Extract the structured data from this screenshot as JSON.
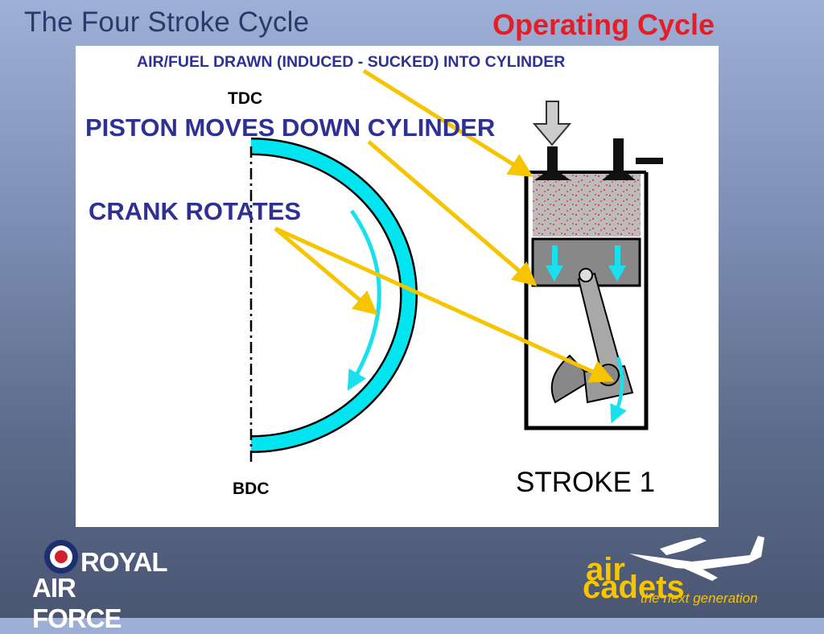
{
  "slide": {
    "title": "The Four Stroke Cycle",
    "subtitle": "Operating Cycle"
  },
  "diagram": {
    "intake_label": "AIR/FUEL DRAWN (INDUCED - SUCKED) INTO CYLINDER",
    "tdc_label": "TDC",
    "piston_label": "PISTON MOVES DOWN CYLINDER",
    "crank_label": "CRANK ROTATES",
    "bdc_label": "BDC",
    "stroke_label": "STROKE 1"
  },
  "logos": {
    "raf_line1": "ROYAL",
    "raf_line2": "AIR FORCE",
    "cadets_air": "air",
    "cadets_cadets": "cadets",
    "cadets_tagline": "the next generation"
  },
  "colors": {
    "title": "#2b3a6b",
    "subtitle": "#e41e26",
    "label_blue": "#2e3192",
    "arc_cyan": "#00e5f0",
    "arrow_yellow": "#f7c400",
    "logo_yellow": "#f6c500"
  }
}
